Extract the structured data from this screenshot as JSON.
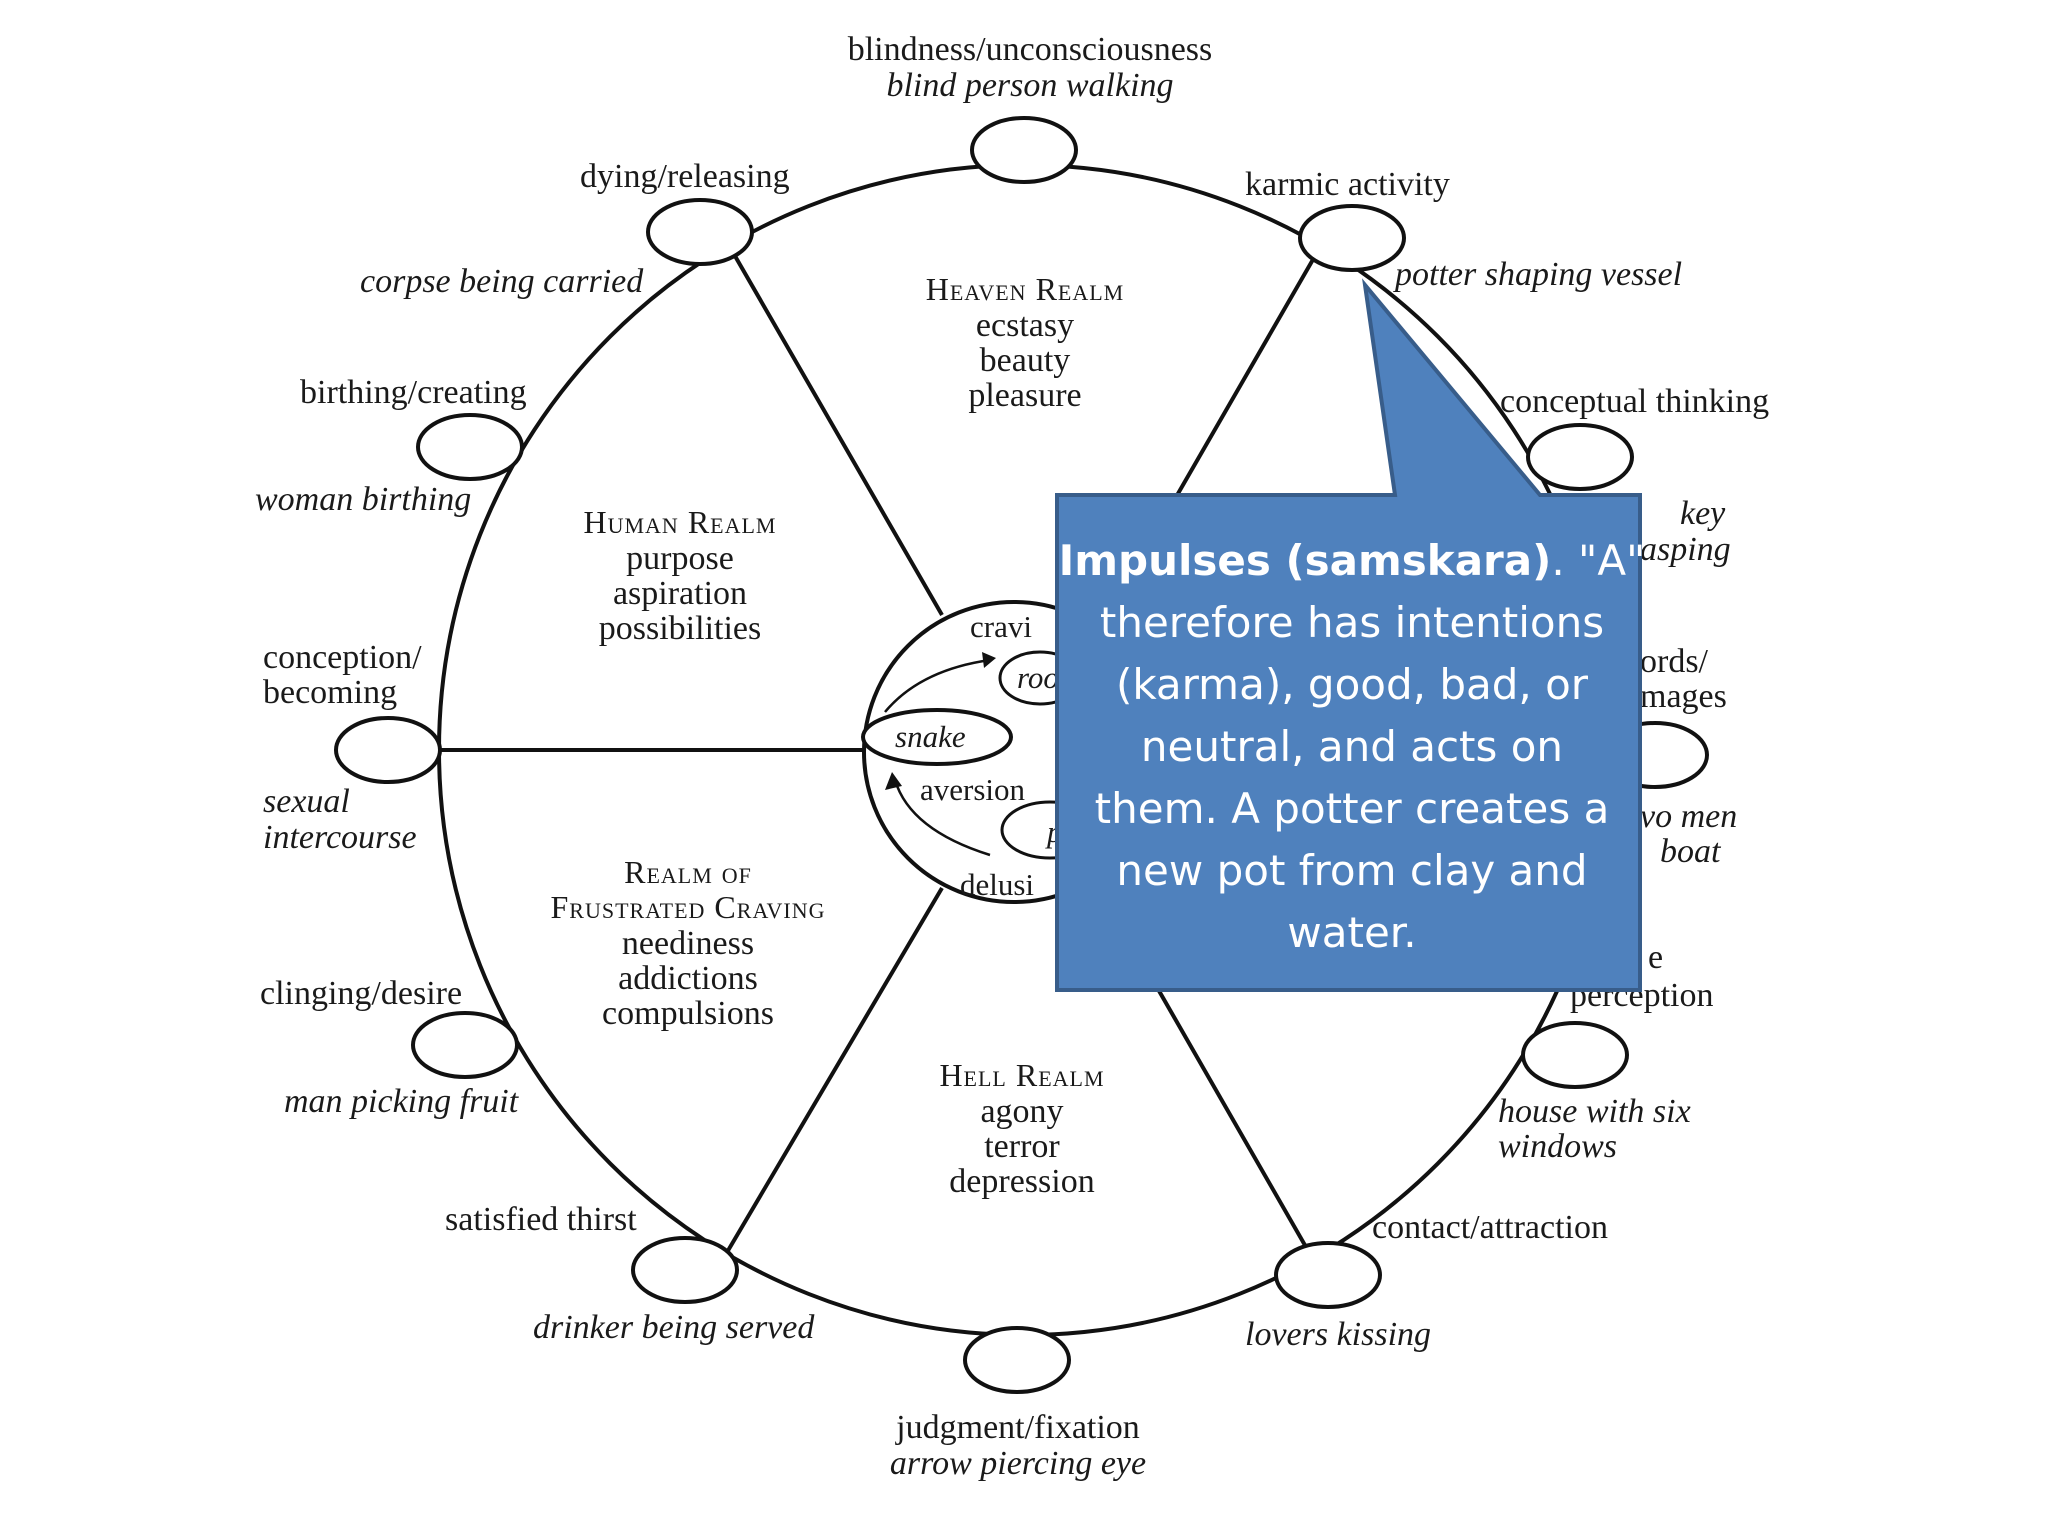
{
  "diagram": {
    "stations": {
      "s1": {
        "label": "blindness/unconsciousness",
        "emblem": "blind person walking"
      },
      "s2": {
        "label": "karmic activity",
        "emblem": "potter shaping vessel"
      },
      "s3": {
        "label": "conceptual thinking",
        "emblem_partial_1": "key",
        "emblem_partial_2": "asping"
      },
      "s4": {
        "label_partial_1": "ords/",
        "label_partial_2": "mages",
        "emblem_partial_1": "vo men",
        "emblem_partial_2": "boat"
      },
      "s5": {
        "label_partial_1": "e",
        "label_partial_2": "perception",
        "emblem_line_1": "house with six",
        "emblem_line_2": "windows"
      },
      "s6": {
        "label": "contact/attraction",
        "emblem": "lovers kissing"
      },
      "s7": {
        "label": "judgment/fixation",
        "emblem": "arrow piercing eye"
      },
      "s8": {
        "label": "satisfied thirst",
        "emblem": "drinker being served"
      },
      "s9": {
        "label": "clinging/desire",
        "emblem": "man picking fruit"
      },
      "s10": {
        "label_line_1": "conception/",
        "label_line_2": "becoming",
        "emblem_line_1": "sexual",
        "emblem_line_2": "intercourse"
      },
      "s11": {
        "label": "birthing/creating",
        "emblem": "woman birthing"
      },
      "s12": {
        "label": "dying/releasing",
        "emblem": "corpse being carried"
      }
    },
    "realms": {
      "heaven": {
        "title": "Heaven Realm",
        "lines": [
          "ecstasy",
          "beauty",
          "pleasure"
        ]
      },
      "human": {
        "title": "Human Realm",
        "lines": [
          "purpose",
          "aspiration",
          "possibilities"
        ]
      },
      "craving": {
        "title_1": "Realm of",
        "title_2": "Frustrated Craving",
        "lines": [
          "neediness",
          "addictions",
          "compulsions"
        ]
      },
      "hell": {
        "title": "Hell Realm",
        "lines": [
          "agony",
          "terror",
          "depression"
        ]
      }
    },
    "hub": {
      "craving": "cravi",
      "rooster": "roo",
      "snake": "snake",
      "aversion": "aversion",
      "delusion": "delusi",
      "pig": "p"
    }
  },
  "callout": {
    "title": "Impulses (samskara)",
    "line_1_rest": ".  \"A\"",
    "line_2": "therefore has intentions",
    "line_3": "(karma), good, bad, or",
    "line_4": "neutral, and acts on",
    "line_5": "them.  A potter creates a",
    "line_6": "new pot from clay and",
    "line_7": "water.",
    "fill_color": "#4f81bd",
    "border_color": "#385d8a",
    "text_color": "#ffffff"
  }
}
